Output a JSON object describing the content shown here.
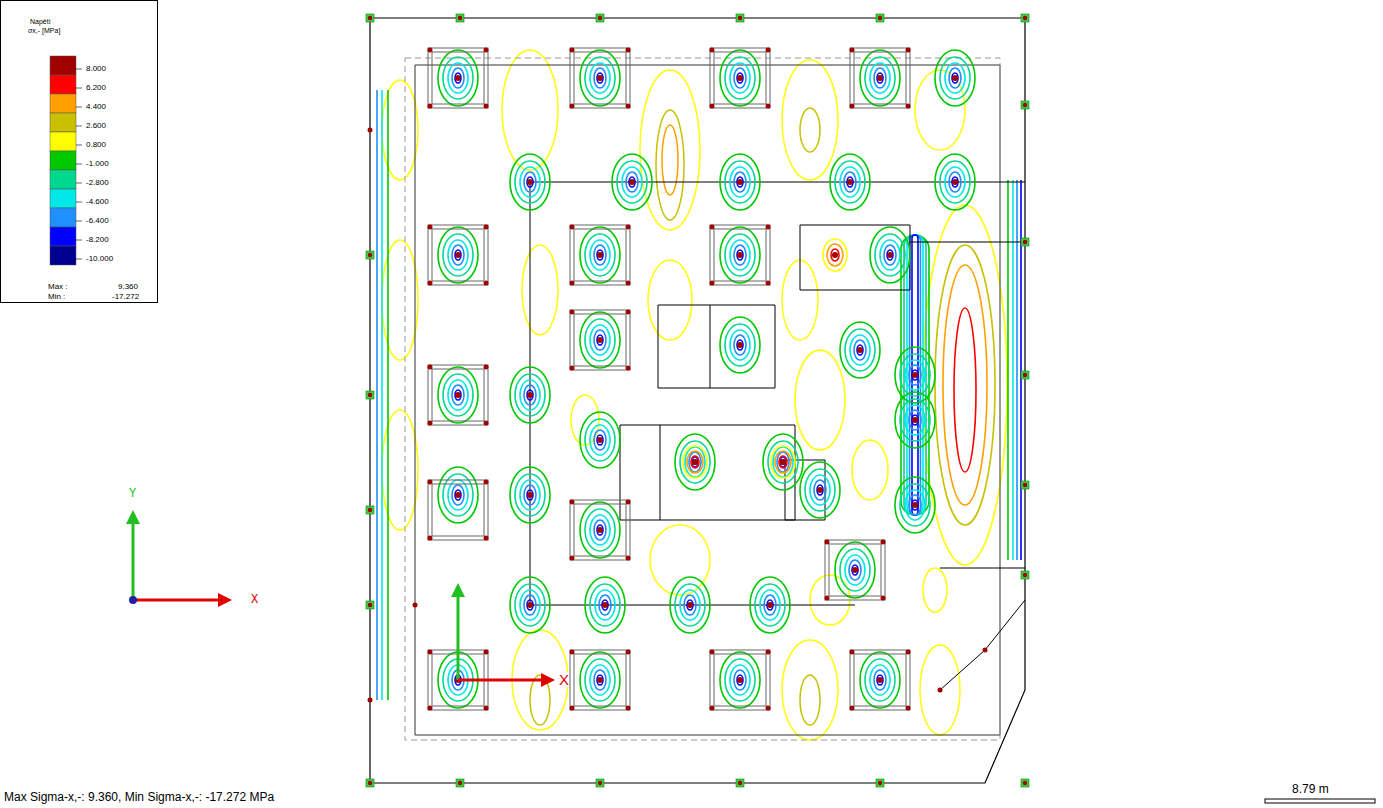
{
  "diagram": {
    "labels": [
      "Napětí",
      "σx,- [MPa]",
      "Max :",
      "9.360",
      "Min :",
      "-17.272",
      "Y",
      "X",
      "X",
      "Max Sigma-x,-: 9.360, Min Sigma-x,-: -17.272 MPa",
      "8.79 m"
    ],
    "legend": [
      {
        "text": "8.000",
        "color": "#a00000"
      },
      {
        "text": "6.200",
        "color": "#ff0000"
      },
      {
        "text": "4.400",
        "color": "#ffa000"
      },
      {
        "text": "2.600",
        "color": "#c8c000"
      },
      {
        "text": "0.800",
        "color": "#ffff00"
      },
      {
        "text": "-1.000",
        "color": "#00c800"
      },
      {
        "text": "-2.800",
        "color": "#00d890"
      },
      {
        "text": "-4.600",
        "color": "#00e8e8"
      },
      {
        "text": "-6.400",
        "color": "#2090ff"
      },
      {
        "text": "-8.200",
        "color": "#0000ff"
      },
      {
        "text": "-10.000",
        "color": "#000090"
      }
    ]
  }
}
